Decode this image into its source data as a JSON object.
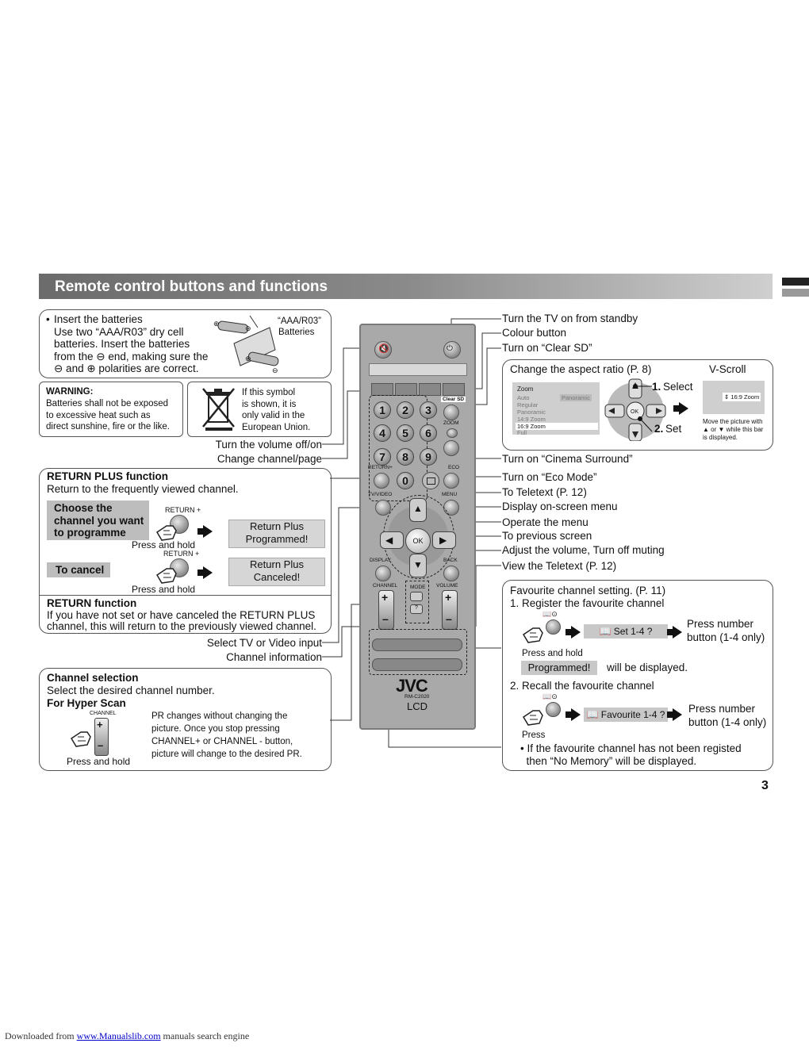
{
  "section_title": "Remote control buttons and functions",
  "batteries": {
    "bullet": "•",
    "lines": [
      "Insert the batteries",
      "Use two “AAA/R03” dry cell",
      "batteries. Insert the batteries",
      "from the ⊖ end, making sure the",
      "⊖ and ⊕ polarities are correct."
    ],
    "label_lines": [
      "“AAA/R03”",
      "Batteries"
    ]
  },
  "warning": {
    "title": "WARNING:",
    "lines": [
      "Batteries shall not be exposed",
      "to excessive heat such as",
      "direct sunshine, fire or the like."
    ]
  },
  "weee": {
    "lines": [
      "If this symbol",
      "is shown, it is",
      "only valid in the",
      "European Union."
    ]
  },
  "return_plus": {
    "title": "RETURN PLUS function",
    "desc": "Return to the frequently viewed channel.",
    "choose_lines": [
      "Choose the",
      "channel you want",
      "to programme"
    ],
    "btn_label": "RETURN +",
    "press_hold": "Press and hold",
    "programmed_lines": [
      "Return Plus",
      "Programmed!"
    ],
    "cancel_label": "To cancel",
    "canceled_lines": [
      "Return Plus",
      "Canceled!"
    ],
    "return_title": "RETURN function",
    "return_lines": [
      "If you have not set or have canceled the RETURN PLUS",
      "channel, this will return to the previously viewed channel."
    ]
  },
  "channel_sel": {
    "title": "Channel selection",
    "desc": "Select the desired channel number.",
    "hyper": "For Hyper Scan",
    "channel_lbl": "CHANNEL",
    "press_hold": "Press and hold",
    "lines": [
      "PR changes without changing the",
      "picture. Once you stop pressing",
      "CHANNEL+ or CHANNEL - button,",
      "picture will change to the desired PR."
    ]
  },
  "left_labels": {
    "volume": "Turn the volume off/on",
    "channel_page": "Change channel/page",
    "tv_video": "Select TV or Video input",
    "channel_info": "Channel information"
  },
  "right_labels": {
    "standby": "Turn the TV on from standby",
    "colour": "Colour button",
    "clear_sd": "Turn on “Clear SD”",
    "cinema": "Turn on “Cinema Surround”",
    "eco": "Turn on “Eco Mode”",
    "teletext": "To Teletext (P. 12)",
    "menu": "Display on-screen menu",
    "operate": "Operate the menu",
    "previous": "To previous screen",
    "volume": "Adjust the volume, Turn off muting",
    "view_teletext": "View the Teletext (P. 12)"
  },
  "aspect": {
    "title": "Change the aspect ratio (P. 8)",
    "vscroll": "V-Scroll",
    "zoom": "Zoom",
    "items": [
      "Auto",
      "Regular",
      "Panoramic",
      "14:9 Zoom",
      "16:9 Zoom",
      "Full"
    ],
    "selected": "16:9 Zoom",
    "panoramic_tag": "Panoramic",
    "step1_num": "1.",
    "step1": "Select",
    "step2_num": "2.",
    "step2": "Set",
    "ok": "OK",
    "vscroll_bar": "⇕ 16:9 Zoom",
    "vscroll_lines": [
      "Move the picture with",
      "▲ or ▼ while this bar",
      "is displayed."
    ]
  },
  "favourite": {
    "title": "Favourite channel setting. (P. 11)",
    "step1": "1. Register the favourite channel",
    "set_label": "📖 Set 1-4 ?",
    "press_number_lines": [
      "Press number",
      "button (1-4 only)"
    ],
    "press_hold": "Press and hold",
    "programmed": "Programmed!",
    "will_display": "will be displayed.",
    "step2": "2. Recall the favourite channel",
    "fav_label": "📖 Favourite 1-4 ?",
    "press_number_lines2": [
      "Press number",
      "button (1-4 only)"
    ],
    "press": "Press",
    "note_lines": [
      "• If the favourite channel has not been registed",
      "  then “No Memory” will be displayed."
    ]
  },
  "remote": {
    "brand": "JVC",
    "model": "RM-C2020",
    "type": "LCD",
    "clear_sd": "Clear SD",
    "zoom": "ZOOM",
    "return": "RETURN+",
    "eco": "ECO",
    "tv_video": "TV/VIDEO",
    "menu": "MENU",
    "ok": "OK",
    "display": "DISPLAY",
    "back": "BACK",
    "channel": "CHANNEL",
    "mode": "MODE",
    "volume": "VOLUME",
    "numbers": [
      "1",
      "2",
      "3",
      "4",
      "5",
      "6",
      "7",
      "8",
      "9",
      "0"
    ]
  },
  "page_number": "3",
  "footer": {
    "prefix": "Downloaded from",
    "link": "www.Manualslib.com",
    "suffix": "manuals search engine"
  }
}
